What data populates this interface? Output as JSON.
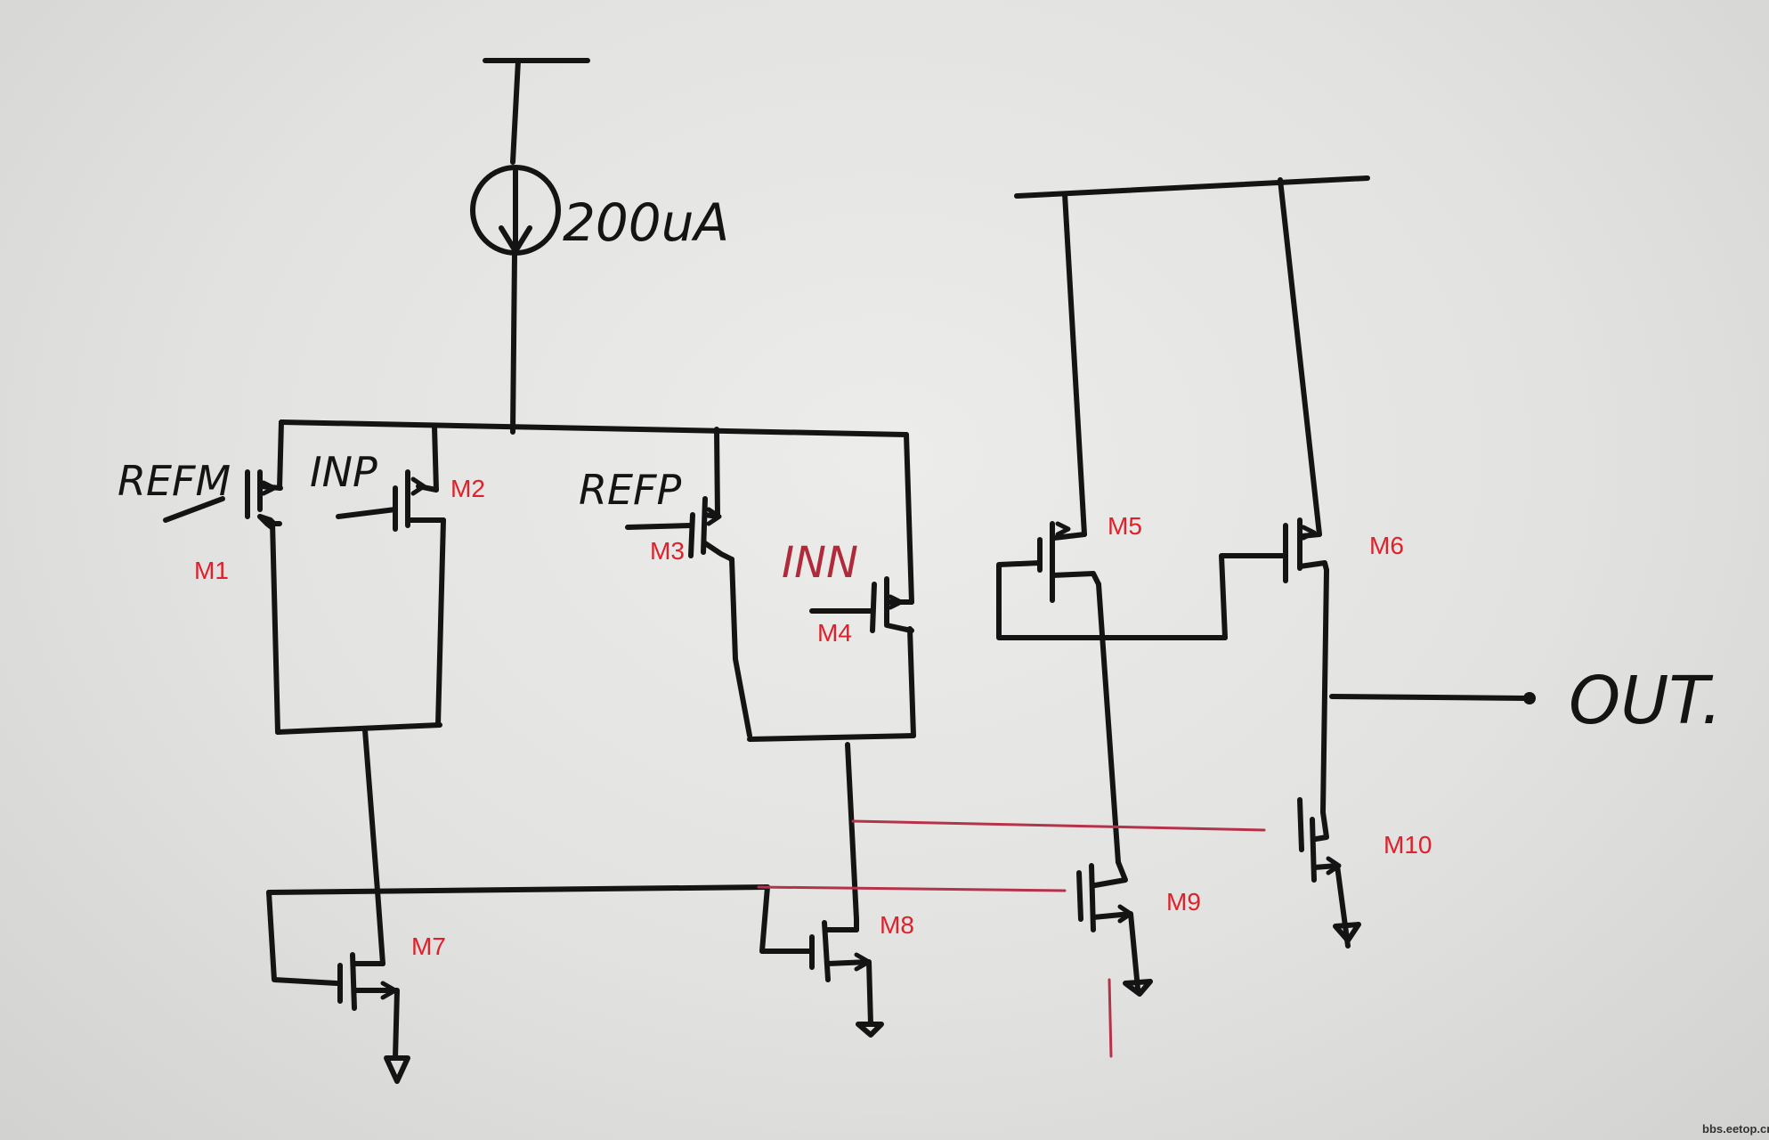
{
  "current_source": {
    "label": "200uA"
  },
  "inputs": {
    "refm": "REFM",
    "inp": "INP",
    "refp": "REFP",
    "inn": "INN"
  },
  "output": {
    "label": "OUT."
  },
  "transistors": {
    "m1": "M1",
    "m2": "M2",
    "m3": "M3",
    "m4": "M4",
    "m5": "M5",
    "m6": "M6",
    "m7": "M7",
    "m8": "M8",
    "m9": "M9",
    "m10": "M10"
  },
  "watermark": "bbs.eetop.cn",
  "colors": {
    "ink": "#141414",
    "annotation_red": "#e0202a",
    "red_wire": "#b5334a",
    "paper": "#e6e6e4"
  }
}
